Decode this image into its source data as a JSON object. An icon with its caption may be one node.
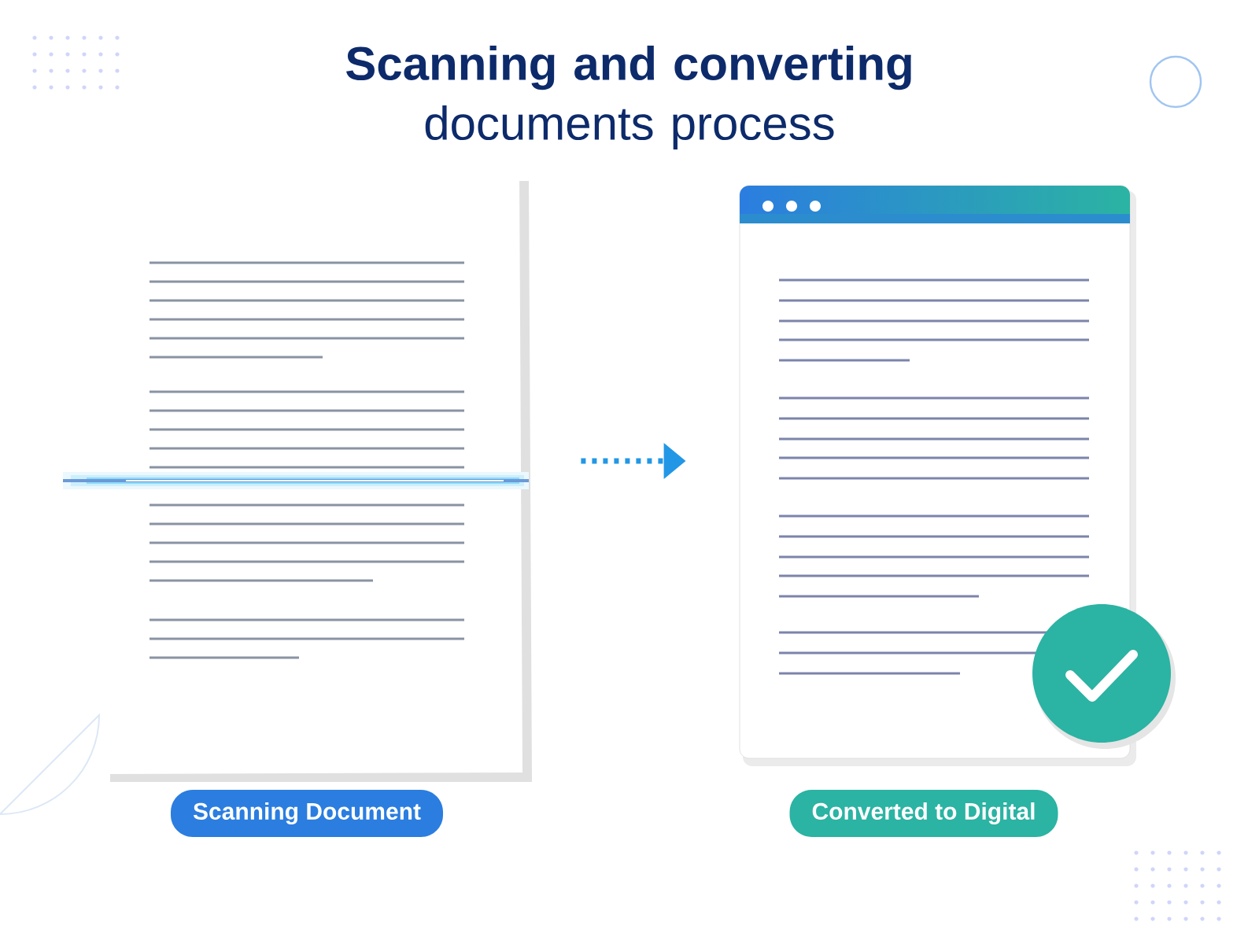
{
  "diagram": {
    "title": "**Scanning and converting** documents process",
    "nodes": [
      {
        "text": [],
        "shape": "picture",
        "beside": [
          "Scanning Document"
        ]
      },
      {
        "text": [],
        "shape": "picture",
        "beside": [
          "Converted to Digital"
        ]
      }
    ],
    "edges": [
      {
        "from": 0,
        "to": 1,
        "arrow": "to",
        "style": "dashed"
      }
    ]
  }
}
